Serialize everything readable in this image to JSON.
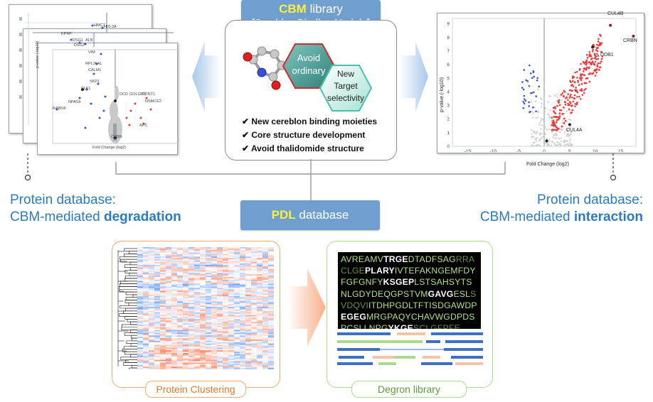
{
  "cbm_banner": {
    "title_highlight": "CBM",
    "title_rest": " library",
    "subtitle": "[Cereblon Binding Module]"
  },
  "cbm_panel": {
    "hex_avoid": "Avoid\nordinary",
    "hex_new": "New\nTarget\nselectivity",
    "bullets": [
      "New cereblon binding moieties",
      "Core structure development",
      "Avoid thalidomide structure"
    ]
  },
  "left_heading": {
    "line1": "Protein database:",
    "line2_plain": "CBM-mediated ",
    "line2_bold": "degradation"
  },
  "right_heading": {
    "line1": "Protein database:",
    "line2_plain": "CBM-mediated ",
    "line2_bold": "interaction"
  },
  "pdl_banner": {
    "highlight": "PDL",
    "rest": " database"
  },
  "clustering_caption": "Protein Clustering",
  "degron_caption": "Degron library",
  "degron_sequence": [
    [
      [
        "n",
        "AVREAMV"
      ],
      [
        "h",
        "TRGE"
      ],
      [
        "n",
        "DTADFSAG"
      ],
      [
        "d",
        "RRA"
      ]
    ],
    [
      [
        "d",
        "CLGE"
      ],
      [
        "h",
        "PLARY"
      ],
      [
        "n",
        "IVTEFAKNGEMFDY"
      ]
    ],
    [
      [
        "n",
        "FGFGNFY"
      ],
      [
        "h",
        "KSGEP"
      ],
      [
        "n",
        "LSTSAHSYTS"
      ]
    ],
    [
      [
        "n",
        "NLGDYDEQGPSTVM"
      ],
      [
        "h",
        "GAVG"
      ],
      [
        "n",
        "ESL"
      ],
      [
        "d",
        "S"
      ]
    ],
    [
      [
        "d",
        "VDQVI"
      ],
      [
        "n",
        "ITDHPGDLTFTISDGAWDP"
      ]
    ],
    [
      [
        "h",
        "EGEG"
      ],
      [
        "n",
        "MRGPAQYCHAVWGDPDS"
      ]
    ],
    [
      [
        "n",
        "PCSLLNPG"
      ],
      [
        "h",
        "YKGE"
      ],
      [
        "d",
        "SCLGFPFE"
      ]
    ]
  ],
  "volcano_right": {
    "xlabel": "Fold Change (log2)",
    "ylabel": "p-value (-log10)",
    "x_ticks": [
      "-15",
      "-10",
      "-5",
      "0",
      "5",
      "10",
      "15"
    ],
    "y_ticks": [
      "0",
      "1",
      "2",
      "3",
      "4",
      "5",
      "6",
      "7",
      "8",
      "9"
    ],
    "labels": {
      "CUL4B": "CUL4B",
      "CRBN": "CRBN",
      "DDB1": "DDB1",
      "CUL4A": "CUL4A"
    }
  },
  "volcano_left": {
    "xlabel": "Fold Change (log2)",
    "ylabel": "p-value (-log10)",
    "back_labels": [
      "HMCT",
      "HIS-3A",
      "KPRP",
      "DSG1",
      "ALB",
      "DSG2"
    ],
    "labels": [
      "VIM",
      "RPL36AL",
      "CALM1",
      "SKP1",
      "PLK1",
      "NPAS6",
      "RAB5IF",
      "DCD",
      "GOLGB1",
      "PDNT1",
      "NSMCE2",
      "APC",
      "CRBN"
    ]
  },
  "colors": {
    "banner": "#6f9fcf",
    "accent_blue": "#2b7bc0",
    "highlight_yellow": "#ffef3a",
    "clustering_border": "#f4a76a",
    "degron_border": "#a9dc8f",
    "up_red": "#e33a3a",
    "down_blue": "#3a4fd6"
  }
}
